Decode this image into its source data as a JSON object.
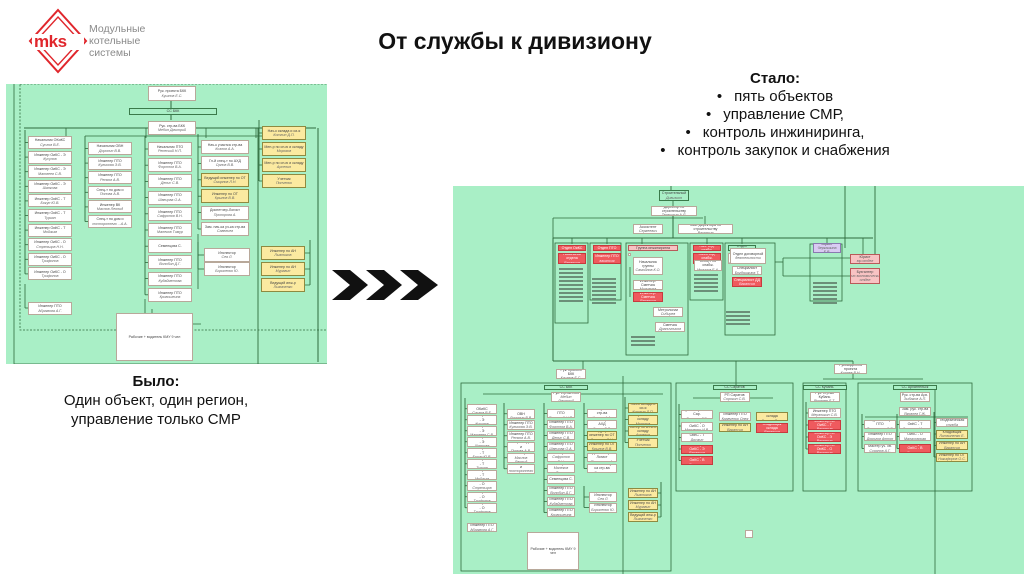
{
  "logo": {
    "mark": "mks",
    "lines": [
      "Модульные",
      "котельные",
      "системы"
    ],
    "brand_color": "#e0262c"
  },
  "title": "От службы к дивизиону",
  "before": {
    "heading": "Было:",
    "lines": [
      "Один объект, один регион,",
      "управление только СМР"
    ]
  },
  "after": {
    "heading": "Стало:",
    "items": [
      "пять объектов",
      "управление СМР,",
      "контроль инжиниринга,",
      "контроль закупок и снабжения"
    ]
  },
  "arrow": {
    "icon": "triple-chevron-right-icon"
  },
  "colors": {
    "chart_bg": "#a9efc6",
    "node_white": "#ffffff",
    "node_yellow": "#fbeaa0",
    "node_red": "#ef5a5e",
    "line": "#2f6b3d"
  },
  "old_chart": {
    "root": [
      "Рук. проекта БКК",
      "Кушнов Е.С."
    ],
    "group": "СС БКК",
    "head": [
      "Рук. стр-ва БКК",
      "Мебин Дмитрий"
    ],
    "col1": [
      [
        "Начальник ОКиКС",
        "Суслов В.Е."
      ],
      [
        "Инженер ОиКС - Э",
        "Кусулов"
      ],
      [
        "Инженер ОиКС - Э",
        "Матвеев С.В."
      ],
      [
        "Инженер ОиКС - Э",
        "Шапкова"
      ],
      [
        "Инженер ОиКС - Т",
        "Бокун Ю.В."
      ],
      [
        "Инженер ОиКС - Т",
        "Туркан"
      ],
      [
        "Инженер ОиКС - Т",
        "Мойжим"
      ],
      [
        "Инженер ОиКС - О",
        "Стрельцов Н.Н."
      ],
      [
        "Инженер ОиКС - О",
        "Трифонов"
      ],
      [
        "Инженер ОиКС - О",
        "Трифонов"
      ],
      [
        "Инженер ПТО",
        "Абрамова А.Г."
      ]
    ],
    "col2": [
      [
        "Начальник ОВН",
        "Доронин В.В."
      ],
      [
        "Инженер ПТО",
        "Куликова Э.В."
      ],
      [
        "Инженер ПТО",
        "Репков А.В."
      ],
      [
        "Спец-т по дом и",
        "Попова А.В."
      ],
      [
        "Инженер ВК",
        "Маслов Леонид"
      ],
      [
        "Спец-т по дом и",
        "постороннего ...А.А."
      ]
    ],
    "col3": [
      [
        "Начальник ПТО",
        "Репеский Н.П."
      ],
      [
        "Инженер ПТО",
        "Фортнов В.А."
      ],
      [
        "Инженер ПТО",
        "Денис С.В."
      ],
      [
        "Инженер ПТО",
        "Швецова О.А."
      ],
      [
        "Инженер ПТО",
        "Сафронов В.Н."
      ],
      [
        "Инженер ПТО",
        "Малеков Тимур"
      ],
      [
        "Семенцова С.",
        ""
      ],
      [
        "Инженер ПТО",
        "Волобин Д.Г."
      ],
      [
        "Инженер ПТО",
        "Кудайметова"
      ],
      [
        "Инженер ПТО",
        "Кривошеина"
      ]
    ],
    "col4": [
      [
        "Нач-к участка стр-ва",
        "Козлов А.А."
      ],
      [
        "Гл-й спец-т по АХД",
        "Орлов В.В."
      ],
      [
        "Ведущий инженер по ОТ",
        "Смирнов Л.Н."
      ],
      [
        "Инженер по ОТ",
        "Крылов В.В."
      ],
      [
        "Диспетчер-Логист",
        "Прохорова А."
      ],
      [
        "Зам. нач-ка уч-ка стр-ва",
        "Савельев"
      ]
    ],
    "col4b": [
      [
        "Инспектор",
        "Сея Л."
      ],
      [
        "Инспектор",
        "Борисенко Ю."
      ]
    ],
    "col5": [
      [
        "Нач-к склада и си-я",
        "Котлин Д.П."
      ],
      [
        "Мен-р по сн-ю и складу",
        "Морозов"
      ],
      [
        "Мен-р по сн-ю и складу",
        "Арсенин"
      ],
      [
        "Учетчик",
        "Попченко"
      ]
    ],
    "col5b": [
      [
        "Инженер по АН",
        "Лыжников"
      ],
      [
        "Инженер по АН",
        "Муравин"
      ],
      [
        "Ведущий инж-р",
        "Лыжаченко"
      ]
    ],
    "workers": "Рабочие + водитель КМУ 9 чел"
  },
  "new_chart": {
    "root": [
      "Строительный",
      "Дивизион"
    ],
    "director": [
      "Директор по строительству",
      "Терешкин А.Л."
    ],
    "assistant": [
      "Ассистент",
      "Сергеевич"
    ],
    "deputy": [
      "Зам. директора по строительству",
      "Вакансия"
    ],
    "top_units": [
      {
        "title": "Отдел ОиКС",
        "head": [
          "Начальник отдела",
          "Вакансия"
        ],
        "color": "red"
      },
      {
        "title": "Отдел ПТО",
        "head": [
          "Инженер ПТО",
          "вакансия"
        ],
        "color": "red"
      },
      {
        "title": "Группа инжиниринга",
        "head": [
          "Начальник группы",
          "Самойлов К.О."
        ],
        "color": "white"
      },
      {
        "title": "Нач. отд. снабж.",
        "head": [
          "Нач-к отд. снабж.",
          "Вакансия"
        ],
        "color": "red"
      },
      {
        "title": "Отдел договоров",
        "head": [
          "Отдел договорной",
          "деятельности"
        ],
        "color": "white"
      }
    ],
    "engineering": [
      [
        "Инженер-Сметчик",
        "Мигулина"
      ],
      [
        "Инженер-Сметчик",
        "Вакансия"
      ],
      [
        "Инженер по Метрологии",
        "Сибирев Александр"
      ],
      [
        "Инженер-Сметчик",
        "Драничников Л.В."
      ]
    ],
    "procurement": [
      [
        "Спец-т по снабж.",
        "Мозуров Е.А."
      ]
    ],
    "contracts": [
      [
        "Специалист",
        "Богдашкина Т."
      ],
      [
        "Специалист ДД",
        "Вакансия"
      ]
    ],
    "violet_node": [
      "Юрист",
      "Черкашина Е.В."
    ],
    "pink_nodes": [
      [
        "Юрист",
        "юр.отдел"
      ],
      [
        "Бухгалтер",
        "Фин.экономический отдел"
      ]
    ],
    "pm_left": [
      "Рук. проекта БКК",
      "Кушнов Е.С."
    ],
    "pm_right": [
      "Руководитель проекта",
      "Копаев В.Н."
    ],
    "sites": [
      {
        "group": "СС БКК",
        "head": [
          "Рук. стр-ва БКК",
          "Мебин Дмитрий"
        ]
      },
      {
        "group": "СС Саратов",
        "head": [
          "РП Саратов",
          "Сорокин С.В."
        ]
      },
      {
        "group": "СС Кубань",
        "head": [
          "Рук. стр-ва Кубань",
          "Яковлев Д.Т."
        ]
      },
      {
        "group": "СС Архангельск",
        "head": [
          "Рук. стр-ва Арх.",
          "Зыбаков А.П."
        ]
      }
    ],
    "saratov": [
      [
        "Рук-ль строит-ва Сар.",
        "Воронов Г.Е."
      ],
      [
        "Инженер по ОиКС - О",
        "Марченко И.В."
      ],
      [
        "Инженер по ОиКС - Т",
        "Дружин Александр"
      ],
      [
        "Инженер по ОиКС - Э",
        "Вакансия"
      ],
      [
        "Инженер по ОиКС - В",
        "Вакансия"
      ],
      [
        "Инженер ПТО",
        "Кравченко Олег"
      ],
      [
        "Инженер по АН",
        "Вакансия"
      ],
      [
        "Начальник склада",
        "Долгов Лоло"
      ],
      [
        "Кладовщик склада",
        "Вакансия"
      ]
    ],
    "kuban": [
      [
        "Инженер ПТО",
        "Мерзликин С.В."
      ],
      [
        "Инженер по ОиКС - Т",
        "Вакансия"
      ],
      [
        "Инженер по ОиКС - Э",
        "Вакансия"
      ],
      [
        "Инженер по ОиКС - О",
        "Вакансия"
      ]
    ],
    "arkh": [
      [
        "Зам. рук. стр-ва",
        "Яковлев Г.Ж."
      ],
      [
        "Вед. инженер ПТО",
        "Терентьев С.Р."
      ],
      [
        "Инженер ПТО",
        "Дорогов Антон"
      ],
      [
        "Мастер уч. св.",
        "Суранов А.Г."
      ],
      [
        "Инженер по ОиКС - Т",
        "Сартаев Иван"
      ],
      [
        "Инженер по ОиКС - О",
        "Малаховская С.И."
      ],
      [
        "Инженер по ОиКС - В",
        "Вакансия"
      ],
      [
        "Геодезическая",
        "служба"
      ],
      [
        "Кладовщик",
        "Литвиненко Е."
      ],
      [
        "Инженер по АН",
        "Вакансия"
      ],
      [
        "Инженер по ОТ",
        "Никифоров О.С."
      ]
    ],
    "workers": "Рабочие + водитель КМУ 9 чел"
  }
}
